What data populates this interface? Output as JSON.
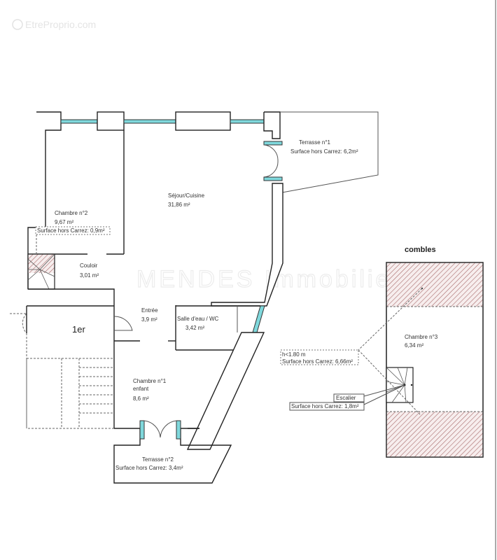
{
  "watermark": {
    "site": "EtreProprio.com",
    "agency": "MENDES Immobilier"
  },
  "floor_labels": {
    "first_floor": "1er",
    "attic": "combles"
  },
  "rooms": {
    "terrasse1": {
      "name": "Terrasse n°1",
      "area": "Surface hors Carrez: 6,2m²"
    },
    "sejour": {
      "name": "Séjour/Cuisine",
      "area": "31,86  m²"
    },
    "chambre2": {
      "name": "Chambre n°2",
      "area": "9,67  m²",
      "note": "Surface hors Carrez: 0,9m²"
    },
    "couloir": {
      "name": "Couloir",
      "area": "3,01  m²"
    },
    "entree": {
      "name": "Entrée",
      "area": "3,9  m²"
    },
    "salle_eau": {
      "name": "Salle d'eau / WC",
      "area": "3,42  m²"
    },
    "chambre1": {
      "name": "Chambre n°1",
      "subtitle": "enfant",
      "area": "8,6  m²"
    },
    "terrasse2": {
      "name": "Terrasse n°2",
      "area": "Surface hors Carrez: 3,4m²"
    },
    "chambre3": {
      "name": "Chambre n°3",
      "area": "6,34  m²"
    }
  },
  "annotations": {
    "attic_low": {
      "line1": "h<1.80 m",
      "line2": "Surface hors Carrez: 6,66m²"
    },
    "stairs": {
      "label": "Escalier",
      "area": "Surface hors Carrez: 1,8m²"
    }
  },
  "colors": {
    "glass": "#7fd8dc",
    "hatch": "#a86b6b",
    "wall": "#222222"
  }
}
